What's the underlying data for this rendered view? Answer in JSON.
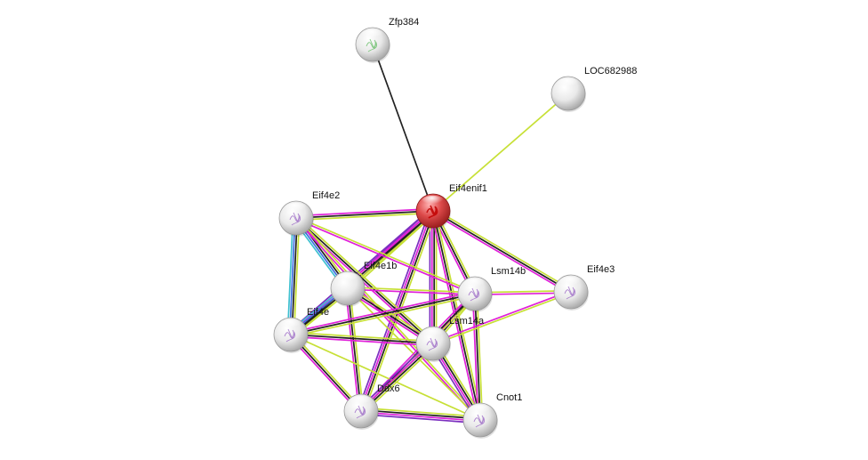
{
  "network": {
    "nodes": [
      {
        "id": "Zfp384",
        "label": "Zfp384",
        "color": "white",
        "structure": true
      },
      {
        "id": "LOC682988",
        "label": "LOC682988",
        "color": "white",
        "structure": false
      },
      {
        "id": "Eif4enif1",
        "label": "Eif4enif1",
        "color": "red",
        "structure": true
      },
      {
        "id": "Eif4e2",
        "label": "Eif4e2",
        "color": "white",
        "structure": true
      },
      {
        "id": "Eif4e1b",
        "label": "Eif4e1b",
        "color": "white",
        "structure": false
      },
      {
        "id": "Lsm14b",
        "label": "Lsm14b",
        "color": "white",
        "structure": true
      },
      {
        "id": "Eif4e3",
        "label": "Eif4e3",
        "color": "white",
        "structure": true
      },
      {
        "id": "Eif4e",
        "label": "Eif4e",
        "color": "white",
        "structure": true
      },
      {
        "id": "Lsm14a",
        "label": "Lsm14a",
        "color": "white",
        "structure": true
      },
      {
        "id": "Ddx6",
        "label": "Ddx6",
        "color": "white",
        "structure": true
      },
      {
        "id": "Cnot1",
        "label": "Cnot1",
        "color": "white",
        "structure": true
      }
    ],
    "edges": [
      {
        "a": "Eif4enif1",
        "b": "Zfp384",
        "types": [
          "coexpression"
        ]
      },
      {
        "a": "Eif4enif1",
        "b": "LOC682988",
        "types": [
          "textmining"
        ]
      },
      {
        "a": "Eif4enif1",
        "b": "Eif4e2",
        "types": [
          "textmining",
          "coexpression",
          "experiments"
        ]
      },
      {
        "a": "Eif4enif1",
        "b": "Eif4e1b",
        "types": [
          "textmining",
          "coexpression",
          "experiments",
          "databases"
        ]
      },
      {
        "a": "Eif4enif1",
        "b": "Lsm14b",
        "types": [
          "textmining",
          "coexpression",
          "experiments"
        ]
      },
      {
        "a": "Eif4enif1",
        "b": "Eif4e3",
        "types": [
          "textmining",
          "coexpression",
          "experiments"
        ]
      },
      {
        "a": "Eif4enif1",
        "b": "Eif4e",
        "types": [
          "textmining",
          "coexpression",
          "experiments",
          "databases"
        ]
      },
      {
        "a": "Eif4enif1",
        "b": "Lsm14a",
        "types": [
          "textmining",
          "coexpression",
          "experiments",
          "databases"
        ]
      },
      {
        "a": "Eif4enif1",
        "b": "Ddx6",
        "types": [
          "textmining",
          "coexpression",
          "experiments",
          "databases"
        ]
      },
      {
        "a": "Eif4enif1",
        "b": "Cnot1",
        "types": [
          "textmining",
          "coexpression",
          "experiments"
        ]
      },
      {
        "a": "Eif4e2",
        "b": "Eif4e1b",
        "types": [
          "textmining",
          "coexpression",
          "cooccurrence",
          "homology"
        ]
      },
      {
        "a": "Eif4e2",
        "b": "Eif4e",
        "types": [
          "textmining",
          "coexpression",
          "cooccurrence",
          "homology"
        ]
      },
      {
        "a": "Eif4e2",
        "b": "Lsm14b",
        "types": [
          "textmining",
          "experiments"
        ]
      },
      {
        "a": "Eif4e2",
        "b": "Lsm14a",
        "types": [
          "textmining",
          "coexpression",
          "experiments"
        ]
      },
      {
        "a": "Eif4e2",
        "b": "Cnot1",
        "types": [
          "textmining",
          "experiments"
        ]
      },
      {
        "a": "Eif4e1b",
        "b": "Eif4e",
        "types": [
          "textmining",
          "coexpression",
          "cooccurrence",
          "homology"
        ]
      },
      {
        "a": "Eif4e1b",
        "b": "Lsm14b",
        "types": [
          "textmining",
          "experiments"
        ]
      },
      {
        "a": "Eif4e1b",
        "b": "Lsm14a",
        "types": [
          "textmining",
          "coexpression",
          "experiments"
        ]
      },
      {
        "a": "Eif4e1b",
        "b": "Ddx6",
        "types": [
          "textmining",
          "coexpression",
          "experiments"
        ]
      },
      {
        "a": "Eif4e1b",
        "b": "Cnot1",
        "types": [
          "textmining"
        ]
      },
      {
        "a": "Lsm14b",
        "b": "Eif4e3",
        "types": [
          "textmining",
          "experiments"
        ]
      },
      {
        "a": "Lsm14b",
        "b": "Eif4e",
        "types": [
          "textmining",
          "coexpression",
          "experiments"
        ]
      },
      {
        "a": "Lsm14b",
        "b": "Lsm14a",
        "types": [
          "textmining",
          "coexpression",
          "experiments"
        ]
      },
      {
        "a": "Lsm14b",
        "b": "Ddx6",
        "types": [
          "textmining",
          "coexpression",
          "experiments"
        ]
      },
      {
        "a": "Lsm14b",
        "b": "Cnot1",
        "types": [
          "textmining",
          "coexpression",
          "experiments"
        ]
      },
      {
        "a": "Eif4e3",
        "b": "Lsm14a",
        "types": [
          "textmining",
          "experiments"
        ]
      },
      {
        "a": "Eif4e",
        "b": "Lsm14a",
        "types": [
          "textmining",
          "coexpression",
          "experiments"
        ]
      },
      {
        "a": "Eif4e",
        "b": "Ddx6",
        "types": [
          "textmining",
          "coexpression",
          "experiments"
        ]
      },
      {
        "a": "Eif4e",
        "b": "Cnot1",
        "types": [
          "textmining"
        ]
      },
      {
        "a": "Lsm14a",
        "b": "Ddx6",
        "types": [
          "textmining",
          "coexpression",
          "experiments",
          "databases"
        ]
      },
      {
        "a": "Lsm14a",
        "b": "Cnot1",
        "types": [
          "textmining",
          "coexpression",
          "experiments",
          "databases"
        ]
      },
      {
        "a": "Ddx6",
        "b": "Cnot1",
        "types": [
          "textmining",
          "coexpression",
          "experiments",
          "databases"
        ]
      }
    ]
  },
  "edge_colors": {
    "textmining": "#c7e036",
    "coexpression": "#222222",
    "experiments": "#e020d9",
    "databases": "#7b2fbf",
    "cooccurrence": "#3f6fe0",
    "homology": "#3fc0d0"
  },
  "node_colors": {
    "white": "#e6e6e6",
    "red": "#d9383a"
  }
}
